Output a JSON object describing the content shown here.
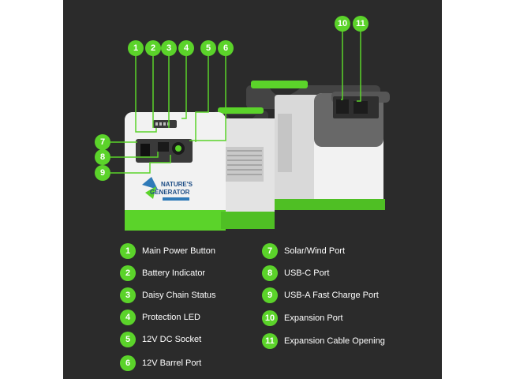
{
  "colors": {
    "background": "#2b2b2b",
    "accent_green": "#5bd32a",
    "body_white": "#f2f2f2",
    "trim_gray": "#6a6a6a"
  },
  "product": {
    "logo_lines": [
      "NATURE'S",
      "GENERATOR"
    ],
    "callouts": [
      "1",
      "2",
      "3",
      "4",
      "5",
      "6",
      "7",
      "8",
      "9",
      "10",
      "11"
    ]
  },
  "legend": [
    {
      "number": "1",
      "label": "Main Power Button"
    },
    {
      "number": "2",
      "label": "Battery Indicator"
    },
    {
      "number": "3",
      "label": "Daisy Chain Status"
    },
    {
      "number": "4",
      "label": "Protection LED"
    },
    {
      "number": "5",
      "label": "12V DC Socket"
    },
    {
      "number": "6",
      "label": "12V Barrel Port"
    },
    {
      "number": "7",
      "label": "Solar/Wind Port"
    },
    {
      "number": "8",
      "label": "USB-C Port"
    },
    {
      "number": "9",
      "label": "USB-A Fast Charge Port"
    },
    {
      "number": "10",
      "label": "Expansion Port"
    },
    {
      "number": "11",
      "label": "Expansion Cable Opening"
    }
  ]
}
